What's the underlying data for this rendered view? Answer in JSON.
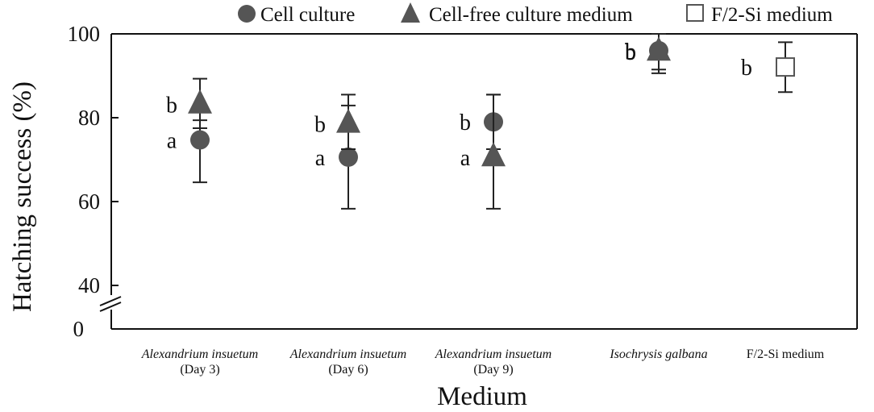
{
  "chart_data": {
    "type": "scatter",
    "xlabel": "Medium",
    "ylabel": "Hatching success (%)",
    "y_ticks": [
      "100",
      "80",
      "60",
      "40",
      "0"
    ],
    "ylim": [
      40,
      100
    ],
    "axis_break": true,
    "grid": false,
    "legend_position": "top-right",
    "categories": [
      {
        "name": "Alexandrium insuetum",
        "sub": "(Day 3)",
        "italic": true
      },
      {
        "name": "Alexandrium insuetum",
        "sub": "(Day 6)",
        "italic": true
      },
      {
        "name": "Alexandrium insuetum",
        "sub": "(Day 9)",
        "italic": true
      },
      {
        "name": "Isochrysis galbana",
        "sub": "",
        "italic": true
      },
      {
        "name": "F/2-Si medium",
        "sub": "",
        "italic": false
      }
    ],
    "series": [
      {
        "name": "Cell culture",
        "marker": "circle",
        "color": "#555555",
        "points": [
          {
            "cat": 0,
            "y": 74.7,
            "low": 64.6,
            "high": 79.4,
            "letter": "a"
          },
          {
            "cat": 1,
            "y": 70.6,
            "low": 58.3,
            "high": 82.9,
            "letter": "a"
          },
          {
            "cat": 2,
            "y": 79.0,
            "low": 72.5,
            "high": 85.5,
            "letter": "b"
          },
          {
            "cat": 3,
            "y": 96.0,
            "low": 91.5,
            "high": 100,
            "letter": "b"
          }
        ]
      },
      {
        "name": "Cell-free culture medium",
        "marker": "triangle",
        "color": "#555555",
        "points": [
          {
            "cat": 0,
            "y": 83.2,
            "low": 77.5,
            "high": 89.3,
            "letter": "b"
          },
          {
            "cat": 1,
            "y": 78.6,
            "low": 72.5,
            "high": 85.5,
            "letter": "b"
          },
          {
            "cat": 2,
            "y": 70.6,
            "low": 58.3,
            "high": 85.5,
            "letter": "a"
          },
          {
            "cat": 3,
            "y": 95.8,
            "low": 90.6,
            "high": 100,
            "letter": "b"
          }
        ]
      },
      {
        "name": "F/2-Si medium",
        "marker": "square-open",
        "color": "#555555",
        "points": [
          {
            "cat": 4,
            "y": 92.1,
            "low": 86.1,
            "high": 98.0,
            "letter": "b"
          }
        ]
      }
    ]
  }
}
